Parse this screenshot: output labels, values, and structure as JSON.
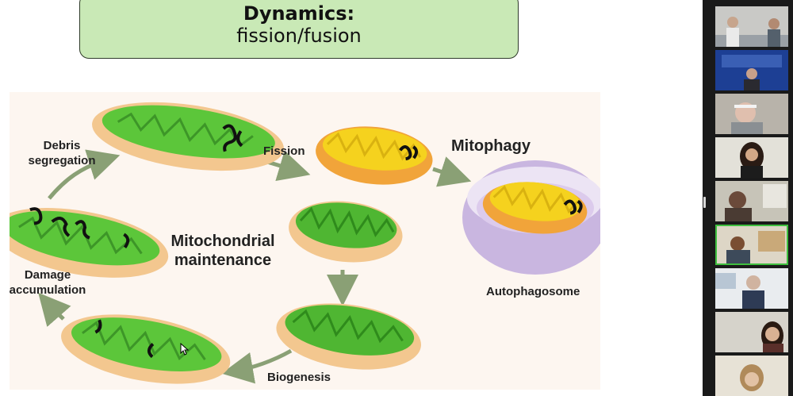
{
  "slide": {
    "title_line1": "Dynamics:",
    "title_line2": "fission/fusion"
  },
  "figure": {
    "labels": {
      "debris": "Debris\nsegregation",
      "fission": "Fission",
      "mitophagy": "Mitophagy",
      "maintenance": "Mitochondrial\nmaintenance",
      "damage": "Damage\naccumulation",
      "autophagosome": "Autophagosome",
      "biogenesis": "Biogenesis"
    }
  },
  "video_sidebar": {
    "participant_count": 9,
    "active_speaker_tile": 6
  },
  "colors": {
    "title_box": "#c9e9b6",
    "green_inner": "#5cc63a",
    "yellow_inner": "#f5d21e",
    "outer_membrane": "#f3c78f",
    "arrow": "#8aa075",
    "autophagosome": "#c9b6e0",
    "active_tile_border": "#3fbf3f"
  }
}
